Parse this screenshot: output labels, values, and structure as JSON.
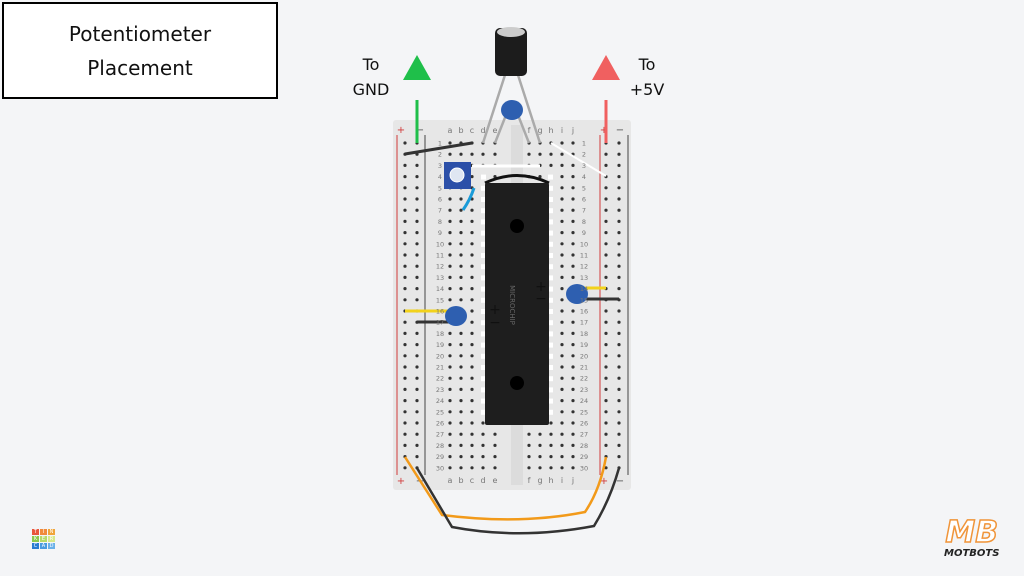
{
  "title": {
    "line1": "Potentiometer",
    "line2": "Placement"
  },
  "labels": {
    "gnd_line1": "To",
    "gnd_line2": "GND",
    "vcc_line1": "To",
    "vcc_line2": "+5V"
  },
  "breadboard": {
    "columns_left": [
      "a",
      "b",
      "c",
      "d",
      "e"
    ],
    "columns_right": [
      "f",
      "g",
      "h",
      "i",
      "j"
    ],
    "rows": 30,
    "plus": "+",
    "minus": "−"
  },
  "chip": {
    "brand": "MICROCHIP"
  },
  "polarity": {
    "plus": "+",
    "minus": "−"
  },
  "logos": {
    "tinkercad": [
      "T",
      "I",
      "N",
      "K",
      "E",
      "R",
      "C",
      "A",
      "D"
    ],
    "mb_big": "MB",
    "mb_small": "MOTBOTS"
  },
  "colors": {
    "gnd_arrow": "#1fbf4a",
    "vcc_arrow": "#f06060",
    "wire_orange": "#f29a1a",
    "wire_black": "#333333",
    "capacitor": "#2e5fb0",
    "rail_red": "#d23b3b"
  }
}
